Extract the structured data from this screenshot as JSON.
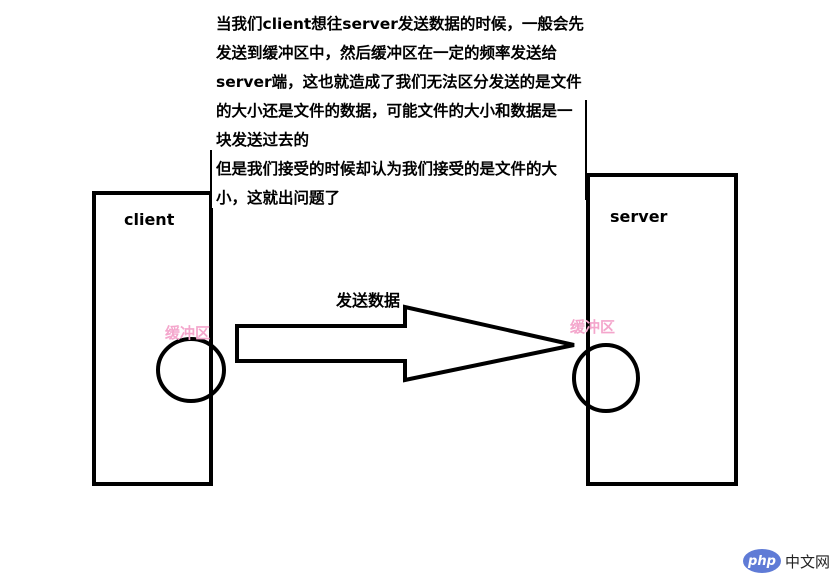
{
  "note_lines": [
    "当我们client想往server发送数据的时候，一般会先",
    "发送到缓冲区中，然后缓冲区在一定的频率发送给",
    "server端，这也就造成了我们无法区分发送的是文件",
    "的大小还是文件的数据，可能文件的大小和数据是一",
    "块发送过去的",
    "但是我们接受的时候却认为我们接受的是文件的大",
    "小，这就出问题了"
  ],
  "client_label": "client",
  "server_label": "server",
  "arrow_label": "发送数据",
  "client_buffer_label": "缓冲区",
  "server_buffer_label": "缓冲区",
  "logo": {
    "badge": "php",
    "text": "中文网"
  },
  "colors": {
    "stroke": "#000000",
    "buffer_label": "#f4a6cc",
    "logo_badge": "#5f7bd6"
  }
}
